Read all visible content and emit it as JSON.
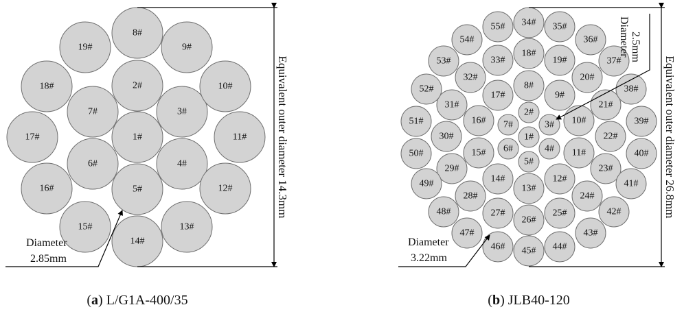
{
  "panel_a": {
    "caption_letter": "a",
    "caption_name": "L/G1A-400/35",
    "dimension_label": "Equivalent outer diameter 14.3mm",
    "note_label_1": "Diameter",
    "note_label_2": "2.85mm",
    "wires": [
      "1#",
      "2#",
      "3#",
      "4#",
      "5#",
      "6#",
      "7#",
      "8#",
      "9#",
      "10#",
      "11#",
      "12#",
      "13#",
      "14#",
      "15#",
      "16#",
      "17#",
      "18#",
      "19#"
    ]
  },
  "panel_b": {
    "caption_letter": "b",
    "caption_name": "JLB40-120",
    "dimension_label": "Equivalent outer diameter 26.8mm",
    "note_inner_1": "Diameter",
    "note_inner_2": "2.5mm",
    "note_outer_1": "Diameter",
    "note_outer_2": "3.22mm",
    "wires": [
      "1#",
      "2#",
      "3#",
      "4#",
      "5#",
      "6#",
      "7#",
      "8#",
      "9#",
      "10#",
      "11#",
      "12#",
      "13#",
      "14#",
      "15#",
      "16#",
      "17#",
      "18#",
      "19#",
      "20#",
      "21#",
      "22#",
      "23#",
      "24#",
      "25#",
      "26#",
      "27#",
      "28#",
      "29#",
      "30#",
      "31#",
      "32#",
      "33#",
      "34#",
      "35#",
      "36#",
      "37#",
      "38#",
      "39#",
      "40#",
      "41#",
      "42#",
      "43#",
      "44#",
      "45#",
      "46#",
      "47#",
      "48#",
      "49#",
      "50#",
      "51#",
      "52#",
      "53#",
      "54#",
      "55#"
    ]
  }
}
